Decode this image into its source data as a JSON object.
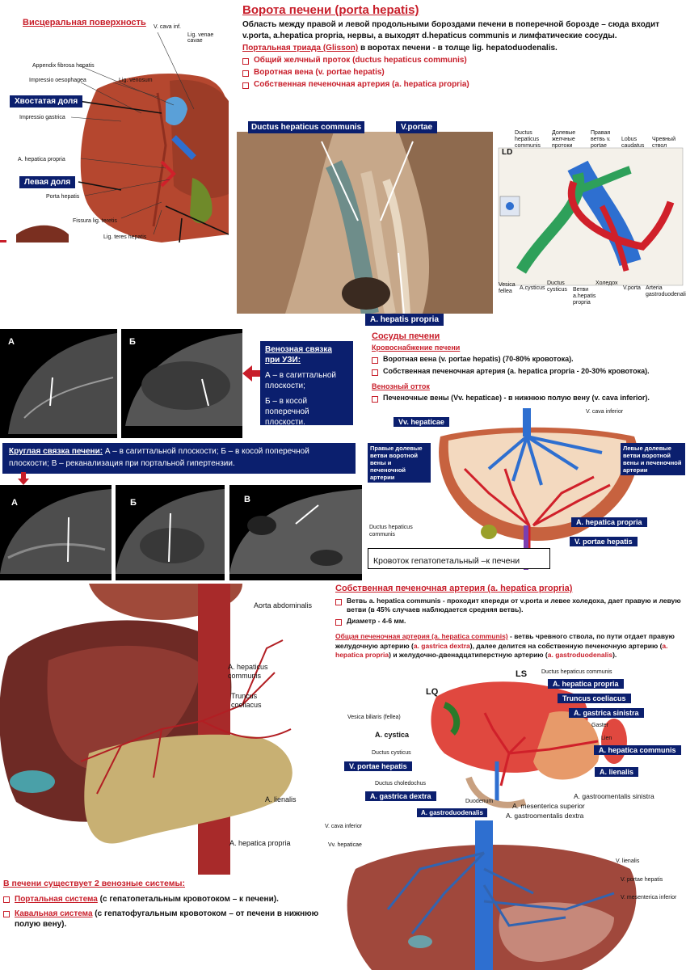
{
  "visceral": {
    "title": "Висцеральная поверхность",
    "labels": {
      "v_cava_inf": "V. cava inf.",
      "lig_venae_cavae": "Lig. venae cavae",
      "appendix": "Appendix fibrosa hepatis",
      "impressio_oesophagea": "Impressio oesophagea",
      "lig_venosum": "Lig. venosum",
      "caudate": "Хвостатая доля",
      "impressio_gastrica": "Impressio gastrica",
      "a_hepatica_propria": "A. hepatica propria",
      "left_lobe": "Левая доля",
      "porta_hepatis": "Porta hepatis",
      "fissura": "Fissura lig. teretis",
      "lig_teres": "Lig. teres hepatis"
    }
  },
  "porta": {
    "title": "Ворота печени (porta hepatis)",
    "description": "Область между правой и левой продольными бороздами печени в поперечной борозде – сюда входит v.porta, a.hepatica propria, нервы, а выходят d.hepaticus communis и лимфатические сосуды.",
    "triad_title": "Портальная триада (Glisson)",
    "triad_rest": " в  воротах печени - в толще lig. hepatoduodenalis.",
    "items": [
      "Общий желчный проток (ductus hepaticus communis)",
      "Воротная вена (v. portae hepatis)",
      "Собственная печеночная артерия (a. hepatica propria)"
    ],
    "photo_labels": {
      "ductus": "Ductus hepaticus communis",
      "vportae": "V.portae",
      "artery": "A. hepatis propria"
    },
    "schema_labels": {
      "ld": "LD",
      "ductus": "Ductus hepaticus communis",
      "dolevye": "Долевые желчные протоки",
      "pravaya": "Правая ветвь v. portae",
      "lobus": "Lobus caudatus",
      "chrevny": "Чревный ствол",
      "vesica": "Vesica fellea",
      "cysticus_a": "A.cysticus",
      "cysticus_d": "Ductus cysticus",
      "vetvi": "Ветви a.hepatis propria",
      "holedoh": "Холедох",
      "vporta": "V.porta",
      "gastro": "Arteria gastroduodenalis"
    }
  },
  "ultrasound": {
    "venous_title": "Венозная связка при УЗИ:",
    "venous_a": "А – в сагиттальной плоскости;",
    "venous_b": "Б – в косой поперечной плоскости.",
    "round_title": "Круглая связка печени:",
    "round_text": " А – в сагиттальной плоскости; Б – в косой поперечной плоскости; В – реканализация при портальной гипертензии.",
    "letters": [
      "А",
      "Б",
      "А",
      "Б",
      "В"
    ]
  },
  "vessels": {
    "title": "Сосуды печени",
    "supply_title": "Кровоснабжение печени",
    "supply_items": [
      "Воротная вена (v. portae hepatis) (70-80% кровотока).",
      "Собственная печеночная артерия (a. hepatica propria - 20-30% кровотока)."
    ],
    "outflow_title": "Венозный отток",
    "outflow_items": [
      "Печеночные вены (Vv. hepaticae) - в нижнюю полую вену (v. cava inferior)."
    ],
    "labels": {
      "vv_hepaticae": "Vv. hepaticae",
      "v_cava_inferior": "V. cava inferior",
      "right_branches": "Правые долевые ветви воротной вены и печеночной артерии",
      "left_branches": "Левые долевые ветви воротной вены и печеночной артерии",
      "a_hepatica_propria": "A. hepatica propria",
      "ductus": "Ductus hepaticus communis",
      "v_portae": "V. portae hepatis"
    },
    "flow_note": "Кровоток гепатопетальный –к печени"
  },
  "artery3d": {
    "aorta": "Aorta abdominalis",
    "a_hep_communis": "A. hepaticus communis",
    "truncus": "Truncus coeliacus",
    "a_lienalis": "A. lienalis",
    "a_hep_propria": "A. hepatica propria"
  },
  "artery": {
    "title": "Собственная печеночная артерия (a. hepatica propria)",
    "items": [
      "Ветвь a. hepatica communis - проходит кпереди от v.porta и левее холедоха, дает правую и левую ветви (в 45% случаев наблюдается средняя ветвь).",
      "Диаметр - 4-6 мм."
    ],
    "common_title": "Общая печеночная артерия (a. hepatica communis)",
    "common_1": " - ветвь чревного ствола, по пути отдает правую желудочную артерию (",
    "common_gd": "a. gastrica dextra",
    "common_2": "), далее делится на собственную печеночную артерию (",
    "common_hp": "a. hepatica propria",
    "common_3": ") и желудочно-двенадцатиперстную артерию (",
    "common_gdu": "a. gastroduodenalis",
    "common_4": ")."
  },
  "coeliac": {
    "ls": "LS",
    "lq": "LQ",
    "ductus": "Ductus hepaticus communis",
    "a_hep_propria": "A. hepatica propria",
    "truncus": "Truncus coeliacus",
    "gastrica_sin": "A. gastrica sinistra",
    "vesica": "Vesica biliaris (fellea)",
    "gaster": "Gaster",
    "a_cystica": "A. cystica",
    "lien": "Lien",
    "ductus_cysticus": "Ductus cysticus",
    "a_hep_communis": "A. hepatica communis",
    "v_portae": "V. portae hepatis",
    "a_lienalis": "A. lienalis",
    "choledochus": "Ductus choledochus",
    "gastrica_dex": "A. gastrica dextra",
    "duodenum": "Duodenum",
    "gastroomentalis_sin": "A. gastroomentalis sinistra",
    "mesenterica": "A. mesenterica superior",
    "gastroduodenalis": "A. gastroduodenalis",
    "gastroomentalis_dex": "A. gastroomentalis dextra"
  },
  "venous3d": {
    "v_cava_inferior": "V. cava inferior",
    "vv_hepaticae": "Vv. hepaticae",
    "v_lienalis": "V. lienalis",
    "v_portae": "V. portae hepatis",
    "v_mesenterica": "V. mesenterica inferior"
  },
  "systems": {
    "title": "В печени существует 2 венозные системы:",
    "portal_name": "Портальная система",
    "portal_rest": " (с гепатопетальным кровотоком – к печени).",
    "caval_name": "Кавальная система",
    "caval_rest": " (с гепатофугальным кровотоком – от печени в нижнюю полую вену)."
  },
  "colors": {
    "accent_red": "#c81e2a",
    "navy": "#0b1f6e",
    "liver": "#b5472f",
    "vein_blue": "#2e6fd0",
    "artery_red": "#d0202a"
  }
}
